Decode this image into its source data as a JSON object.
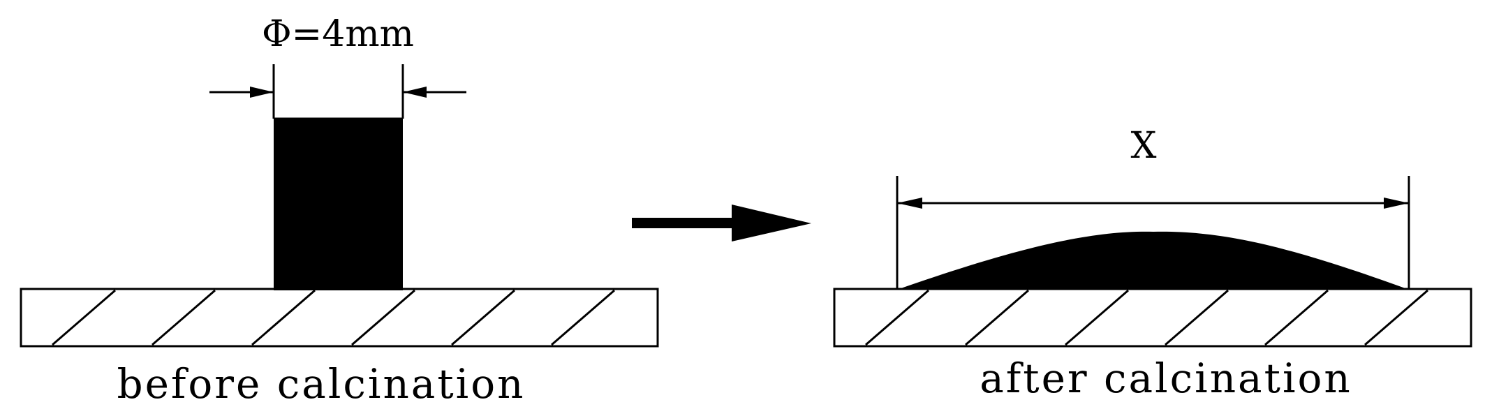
{
  "before": {
    "dimension_label": "Φ=4mm",
    "caption": "before calcination"
  },
  "after": {
    "dimension_label": "X",
    "caption": "after calcination"
  },
  "colors": {
    "ink": "#000000",
    "background": "#ffffff"
  }
}
